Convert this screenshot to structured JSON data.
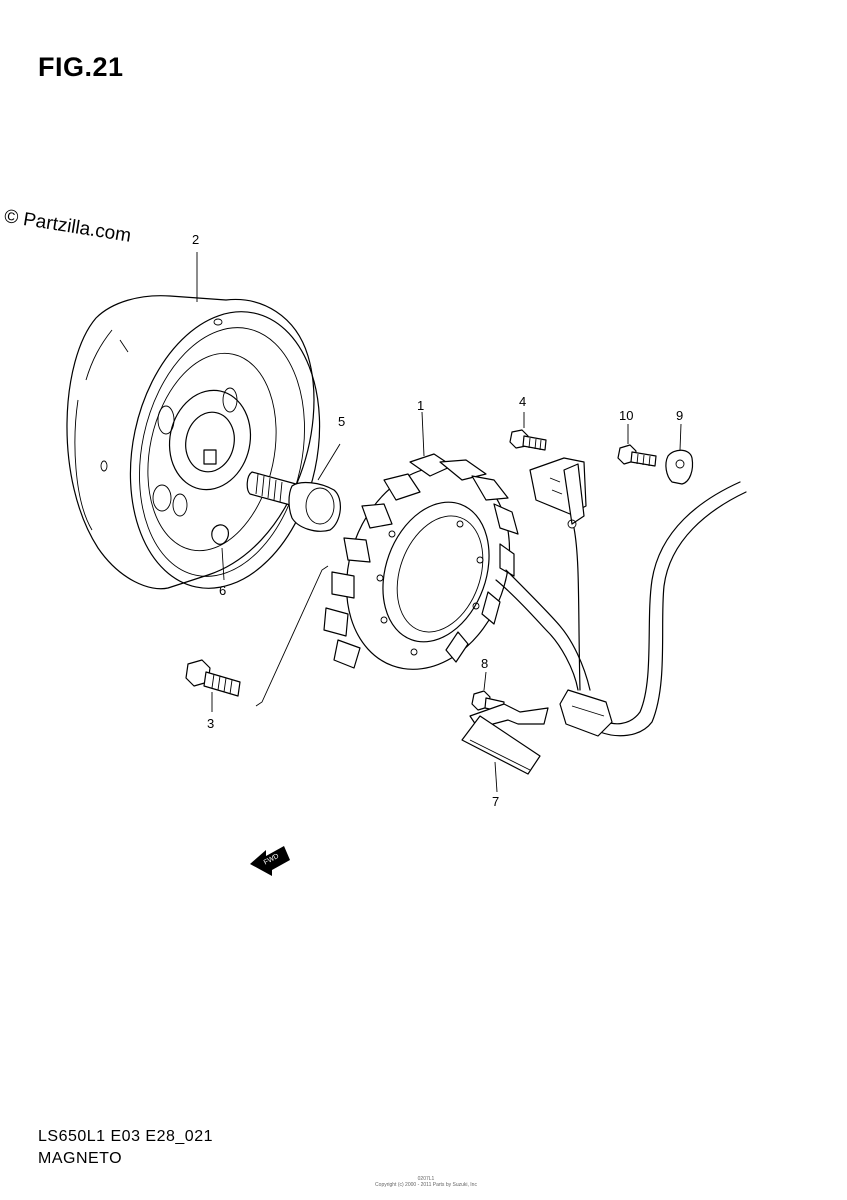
{
  "figure": {
    "title": "FIG.21",
    "watermark": "© Partzilla.com",
    "code": "LS650L1 E03 E28_021",
    "name": "MAGNETO",
    "copyright_lines": [
      "0207L1",
      "Copyright (c) 2000 - 2011 Parts by Suzuki, Inc"
    ]
  },
  "parts": {
    "p1": "1",
    "p2": "2",
    "p3": "3",
    "p4": "4",
    "p5": "5",
    "p6": "6",
    "p7": "7",
    "p8": "8",
    "p9": "9",
    "p10": "10"
  },
  "fwd_label": "FWD"
}
